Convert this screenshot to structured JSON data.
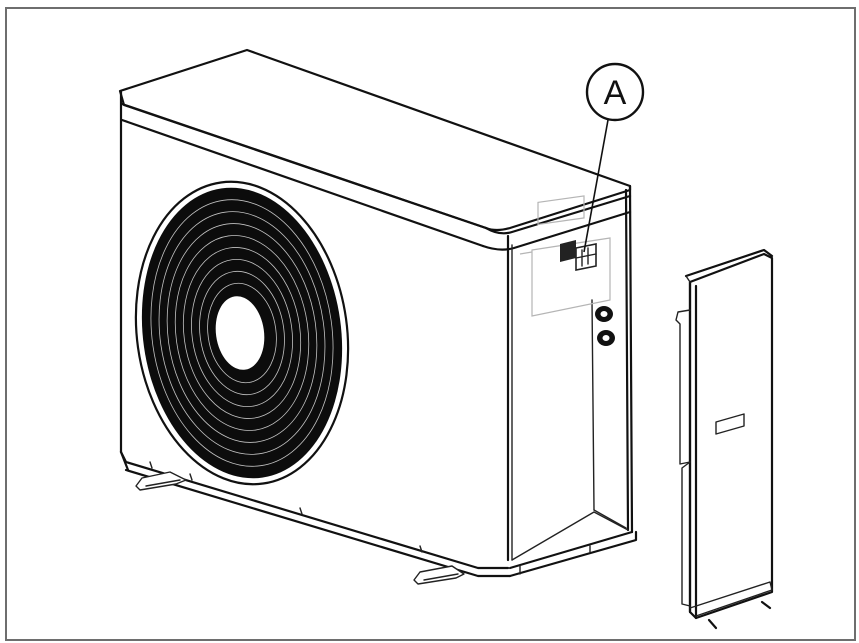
{
  "figure": {
    "subject": "Outdoor heat pump unit with side service panel removed",
    "callouts": [
      {
        "id": "A",
        "label": "A",
        "target": "electrical terminal block"
      }
    ]
  },
  "colors": {
    "line": "#111111",
    "frame": "#6e6e6e",
    "background": "#ffffff"
  }
}
